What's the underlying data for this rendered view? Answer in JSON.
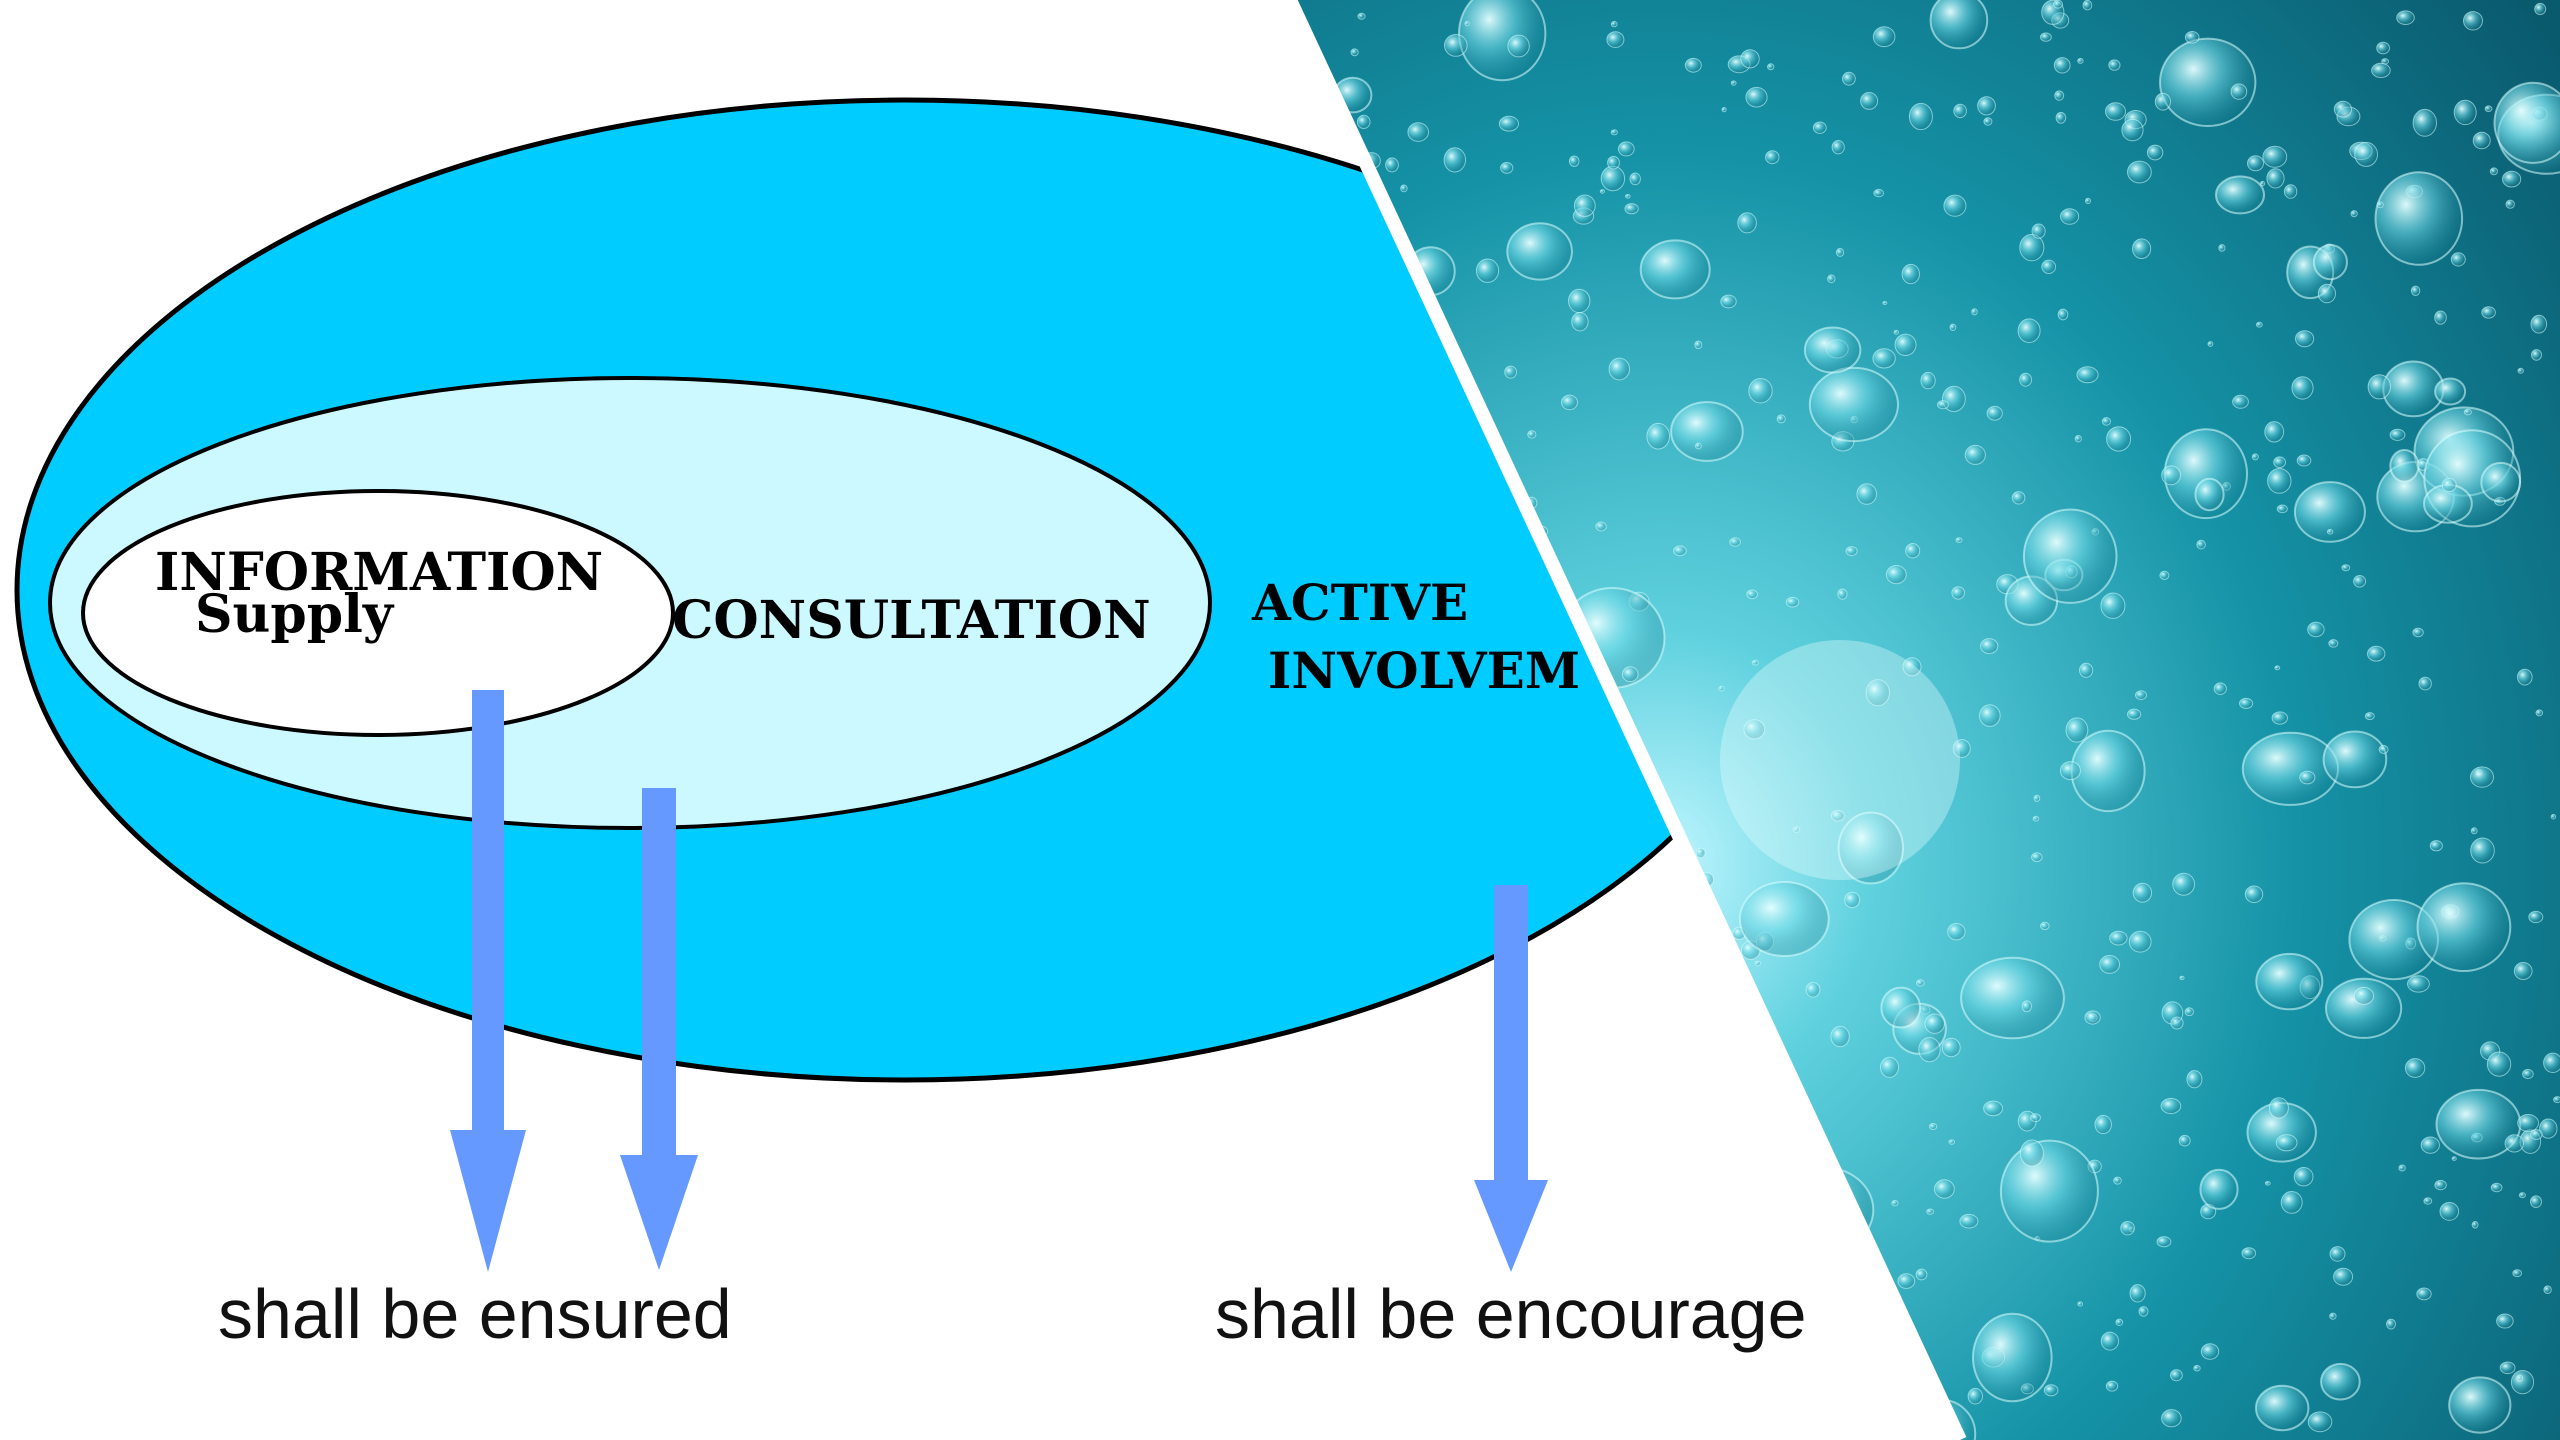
{
  "diagram": {
    "labels": {
      "information_line1": "INFORMATION",
      "information_line2": "Supply",
      "consultation": "CONSULTATION",
      "active_line1": "ACTIVE",
      "active_line2": "INVOLVEM"
    },
    "captions": {
      "ensured": "shall be ensured",
      "encouraged": "shall be encourage"
    }
  },
  "colors": {
    "outer_ellipse": "#00CCFF",
    "middle_ellipse": "#CCF8FF",
    "inner_ellipse": "#FFFFFF",
    "arrow": "#6699FF",
    "water": "#1FA7B7"
  },
  "photo": {
    "subject": "underwater-bubbles"
  }
}
